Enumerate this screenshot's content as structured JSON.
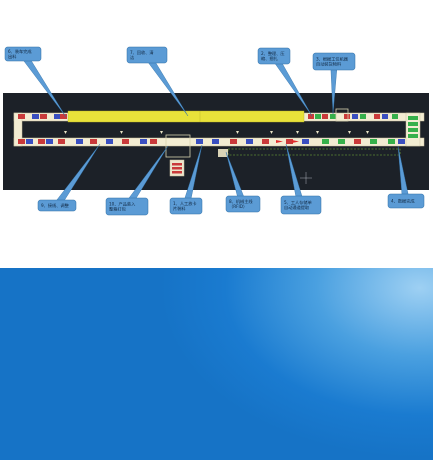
{
  "colors": {
    "cad_background": "#1c2128",
    "callout_fill": "#5b9bd5",
    "callout_stroke": "#2f6ea5",
    "belt_yellow": "#e8e23a",
    "belt_frame": "#f2ecd2",
    "panel_blue": "#1a7bd0"
  },
  "callouts": [
    {
      "id": "c6",
      "lines": [
        "6、装车完成",
        "出料"
      ]
    },
    {
      "id": "c7",
      "lines": [
        "7、回收、清",
        "洁"
      ]
    },
    {
      "id": "c2",
      "lines": [
        "2、整理、压",
        "缩、捆扎"
      ]
    },
    {
      "id": "c3",
      "lines": [
        "3、根据工位机器",
        "自动装货物料"
      ]
    },
    {
      "id": "c9",
      "lines": [
        "9、接线、调整"
      ]
    },
    {
      "id": "c10",
      "lines": [
        "10、产品装入",
        "整箱打包"
      ]
    },
    {
      "id": "c1",
      "lines": [
        "1、人工放卡",
        "片装料"
      ]
    },
    {
      "id": "c8",
      "lines": [
        "8、机械主线",
        "（RFID）"
      ]
    },
    {
      "id": "c5",
      "lines": [
        "5、工人存储单",
        "自动通道提取"
      ]
    },
    {
      "id": "c4",
      "lines": [
        "4、数据完成"
      ]
    }
  ]
}
